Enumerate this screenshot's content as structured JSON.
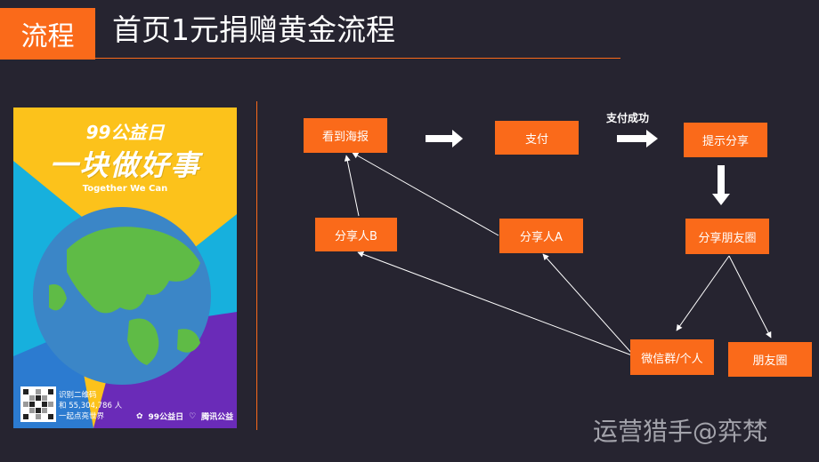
{
  "header": {
    "tag": "流程",
    "title": "首页1元捐赠黄金流程"
  },
  "poster": {
    "brand": "99公益日",
    "slogan": "一块做好事",
    "english": "Together We Can",
    "qr_caption": "识别二维码\n和 55,304,786 人\n一起点亮世界",
    "logo_left": "99公益日",
    "logo_right": "腾讯公益",
    "colors": {
      "yellow": "#fcc21b",
      "cyan": "#17b0dd",
      "purple": "#6a2bb8",
      "green": "#5fbb46",
      "ocean": "#3b86c7"
    }
  },
  "flow": {
    "nodes": {
      "see_poster": "看到海报",
      "pay": "支付",
      "prompt_share": "提示分享",
      "sharer_b": "分享人B",
      "sharer_a": "分享人A",
      "share_moments": "分享朋友圈",
      "wechat_group": "微信群/个人",
      "moments": "朋友圈"
    },
    "edge_label_pay_success": "支付成功",
    "colors": {
      "node": "#fa6a1a",
      "arrow": "#ffffff"
    }
  },
  "watermark": "运营猎手@弈梵"
}
